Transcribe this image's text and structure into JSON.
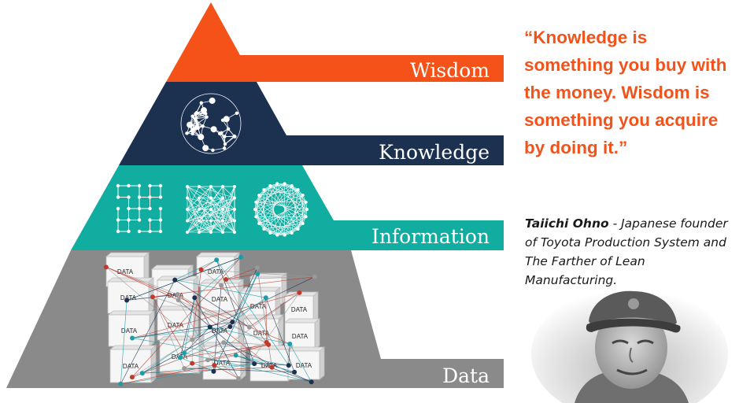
{
  "pyramid": {
    "levels": [
      {
        "label": "Wisdom",
        "color": "#f45219"
      },
      {
        "label": "Knowledge",
        "color": "#1c3150"
      },
      {
        "label": "Information",
        "color": "#11ada0"
      },
      {
        "label": "Data",
        "color": "#8a8a8a"
      }
    ],
    "data_box_label": "DATA"
  },
  "quote": {
    "text": "“Knowledge is something you buy with the money. Wisdom is something you acquire by doing it.”",
    "color": "#f0531c"
  },
  "attribution": {
    "name": "Taiichi Ohno",
    "description": " - Japanese founder of Toyota Production System and  The Farther of Lean Manufacturing."
  },
  "portrait": {
    "icon": "portrait-photo-icon"
  }
}
